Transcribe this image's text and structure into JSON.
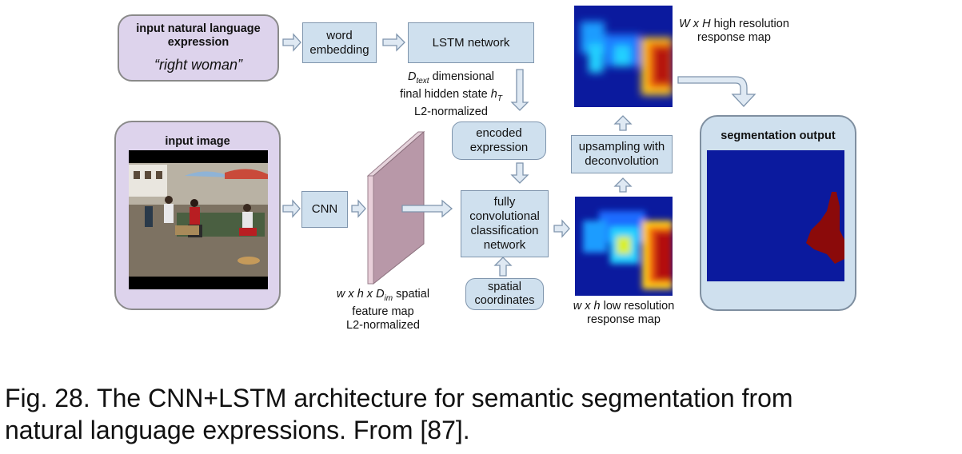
{
  "nl_input": {
    "title": "input natural language expression",
    "expression": "“right woman”"
  },
  "word_embedding": "word embedding",
  "lstm": "LSTM network",
  "hidden_state": {
    "line1_prefix": "D",
    "line1_sub": "text",
    "line1_suffix": " dimensional",
    "line2_prefix": "final hidden state ",
    "line2_var": "h",
    "line2_sub": "T",
    "line3": "L2-normalized"
  },
  "encoded_expression": "encoded expression",
  "input_image": {
    "title": "input image"
  },
  "cnn": "CNN",
  "feature_map_label": {
    "line1_prefix": "w x h x D",
    "line1_sub": "im",
    "line1_suffix": " spatial",
    "line2": "feature map",
    "line3": "L2-normalized"
  },
  "fcn": "fully convolutional classification network",
  "spatial_coordinates": "spatial coordinates",
  "low_res_label": {
    "line1_var": "w x h",
    "line1_suffix": " low resolution",
    "line2": "response map"
  },
  "upsampling": "upsampling with deconvolution",
  "high_res_label": {
    "line1_var": "W x H",
    "line1_suffix": " high resolution",
    "line2": "response map"
  },
  "segmentation_output": {
    "title": "segmentation output"
  },
  "caption": {
    "line1": "Fig. 28. The CNN+LSTM architecture for semantic segmentation from",
    "line2": "natural language expressions. From [87]."
  },
  "colors": {
    "box_fill": "#cfe0ee",
    "box_border": "#7f95ad",
    "purple_fill": "#ddd3ec",
    "heat_background": "#0b1a9e",
    "segmentation_mask": "#8b0a0a",
    "feature_map": "#c7a7b5"
  }
}
